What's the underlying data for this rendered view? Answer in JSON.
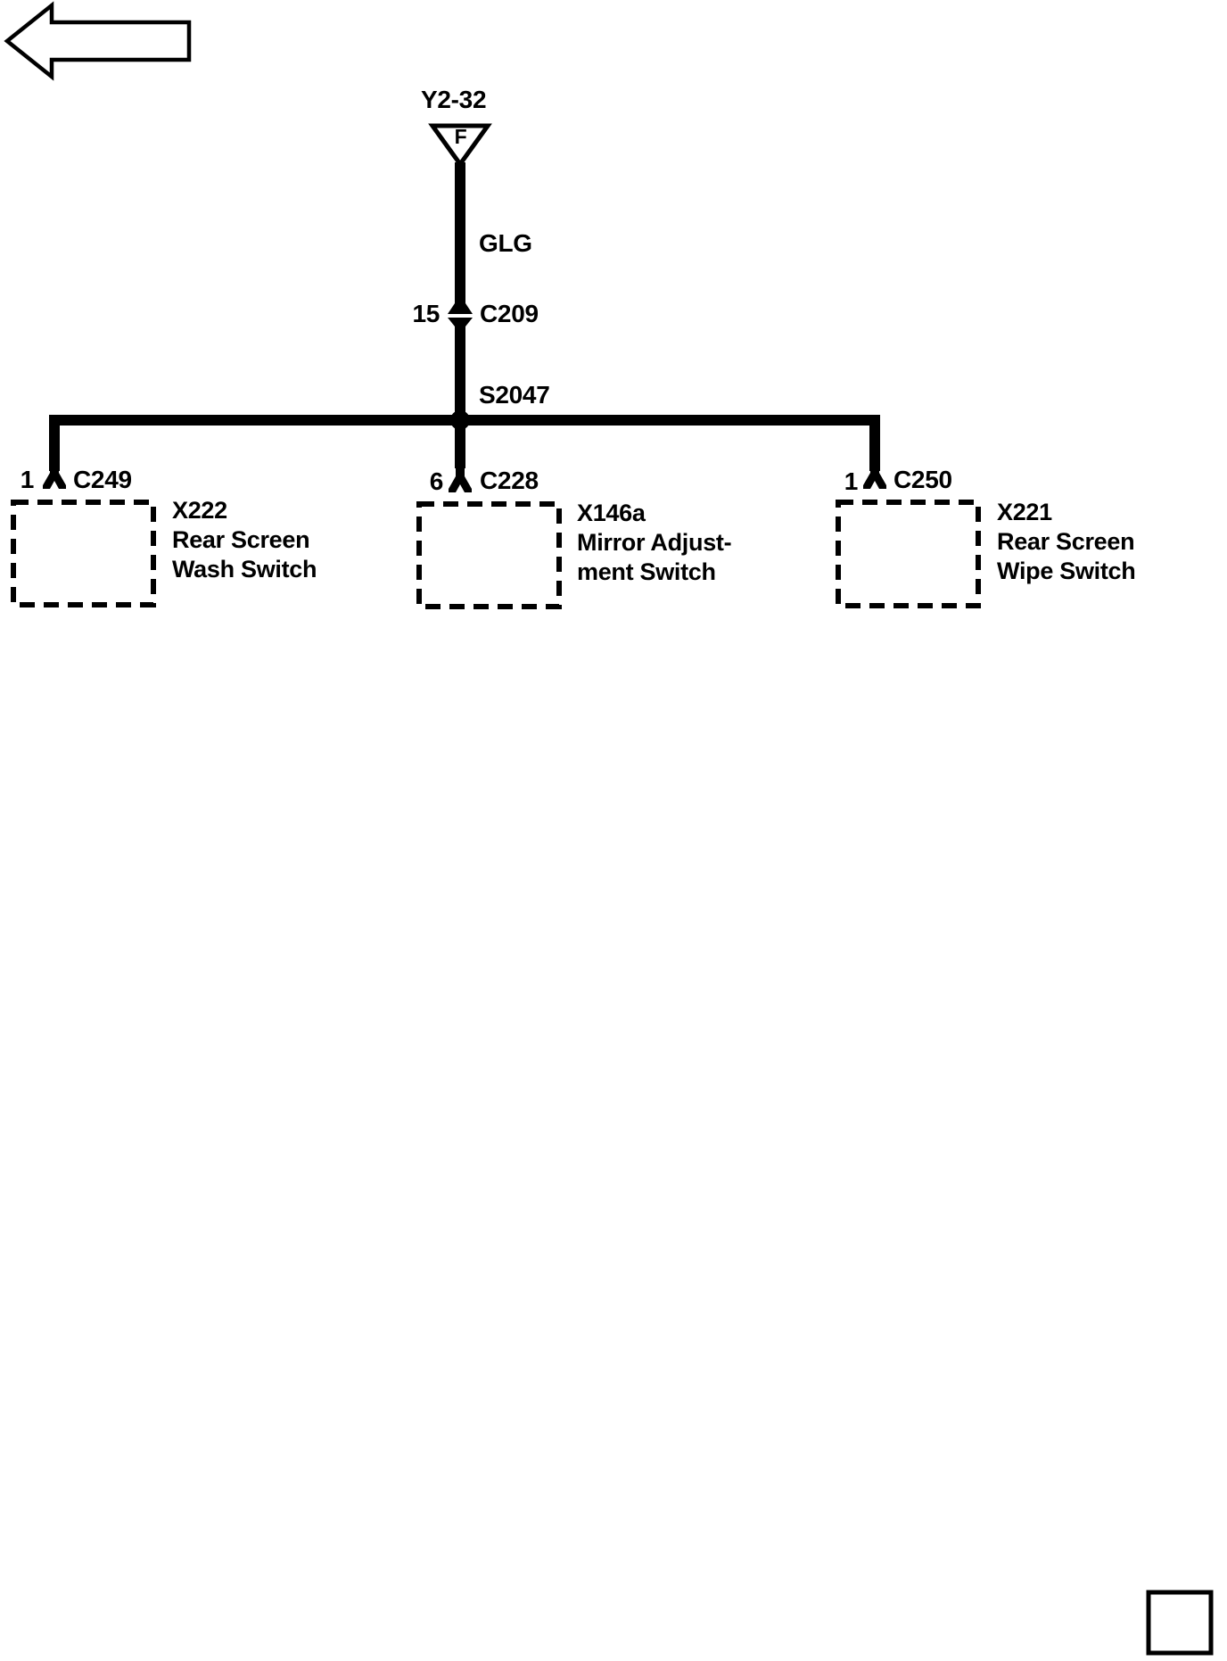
{
  "page": {
    "background": "#ffffff",
    "ink": "#000000"
  },
  "diagram": {
    "type": "automotive-wiring-diagram",
    "nav_arrow_direction": "left",
    "power_source": {
      "label": "Y2-32",
      "fuse_letter": "F"
    },
    "wire": {
      "code": "GLG"
    },
    "inline_connector": {
      "pin": "15",
      "id": "C209"
    },
    "splice": {
      "id": "S2047"
    },
    "branches": [
      {
        "pin": "1",
        "connector": "C249",
        "component_id": "X222",
        "name_line1": "Rear Screen",
        "name_line2": "Wash Switch"
      },
      {
        "pin": "6",
        "connector": "C228",
        "component_id": "X146a",
        "name_line1": "Mirror Adjust-",
        "name_line2": "ment Switch"
      },
      {
        "pin": "1",
        "connector": "C250",
        "component_id": "X221",
        "name_line1": "Rear Screen",
        "name_line2": "Wipe Switch"
      }
    ]
  }
}
